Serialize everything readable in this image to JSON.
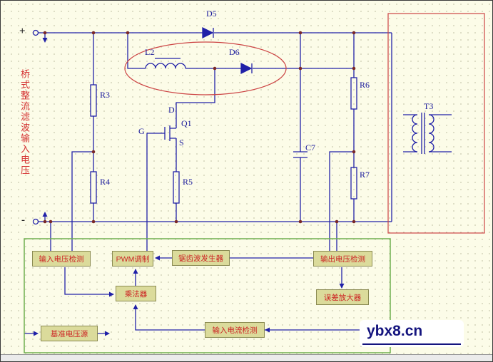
{
  "schematic": {
    "terminals": {
      "plus": "+",
      "minus": "-"
    },
    "side_note": "桥式整流滤波输入电压",
    "designators": {
      "d5": "D5",
      "d6": "D6",
      "l2": "L2",
      "r3": "R3",
      "r4": "R4",
      "r5": "R5",
      "r6": "R6",
      "r7": "R7",
      "c7": "C7",
      "q1": "Q1",
      "t3": "T3"
    },
    "mosfet_pins": {
      "gate": "G",
      "drain": "D",
      "source": "S"
    }
  },
  "control_blocks": {
    "input_voltage_detect": "输入电压检测",
    "pwm_modulator": "PWM调制",
    "sawtooth_generator": "锯齿波发生器",
    "output_voltage_detect": "输出电压检测",
    "multiplier": "乘法器",
    "error_amplifier": "误差放大器",
    "reference_voltage_source": "基准电压源",
    "input_current_detect": "输入电流检测"
  },
  "watermark": "ybx8.cn",
  "colors": {
    "background": "#fcfce8",
    "wire": "#2121a8",
    "junction": "#7a2828",
    "annotation_red": "#cc4444",
    "note_text_red": "#d43030",
    "block_fill": "#dbdb9b",
    "block_border": "#8a8a52",
    "block_text": "#cc2222",
    "green_frame": "#6fae4f",
    "watermark_color": "#14147e"
  }
}
